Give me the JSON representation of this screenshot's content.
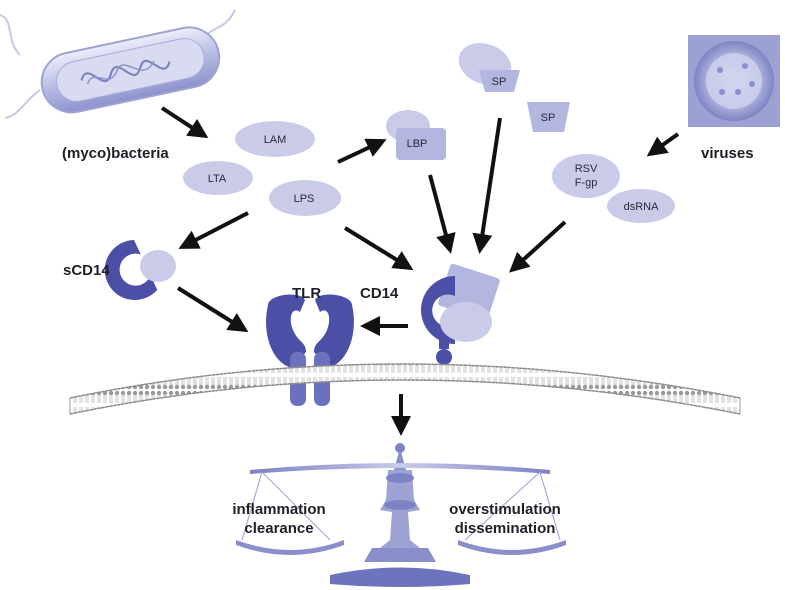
{
  "labels": {
    "bacteria": "(myco)bacteria",
    "viruses": "viruses",
    "lam": "LAM",
    "lta": "LTA",
    "lps": "LPS",
    "lbp": "LBP",
    "sp1": "SP",
    "sp2": "SP",
    "rsv_line1": "RSV",
    "rsv_line2": "F-gp",
    "dsrna": "dsRNA",
    "scd14": "sCD14",
    "tlr": "TLR",
    "cd14": "CD14",
    "inflammation": "inflammation",
    "clearance": "clearance",
    "overstimulation": "overstimulation",
    "dissemination": "dissemination"
  },
  "colors": {
    "light_lavender": "#c9cbe8",
    "mid_lavender": "#b3b6df",
    "dark_blue": "#4b4fa6",
    "arrow": "#111111",
    "membrane": "#8c8c8c"
  }
}
